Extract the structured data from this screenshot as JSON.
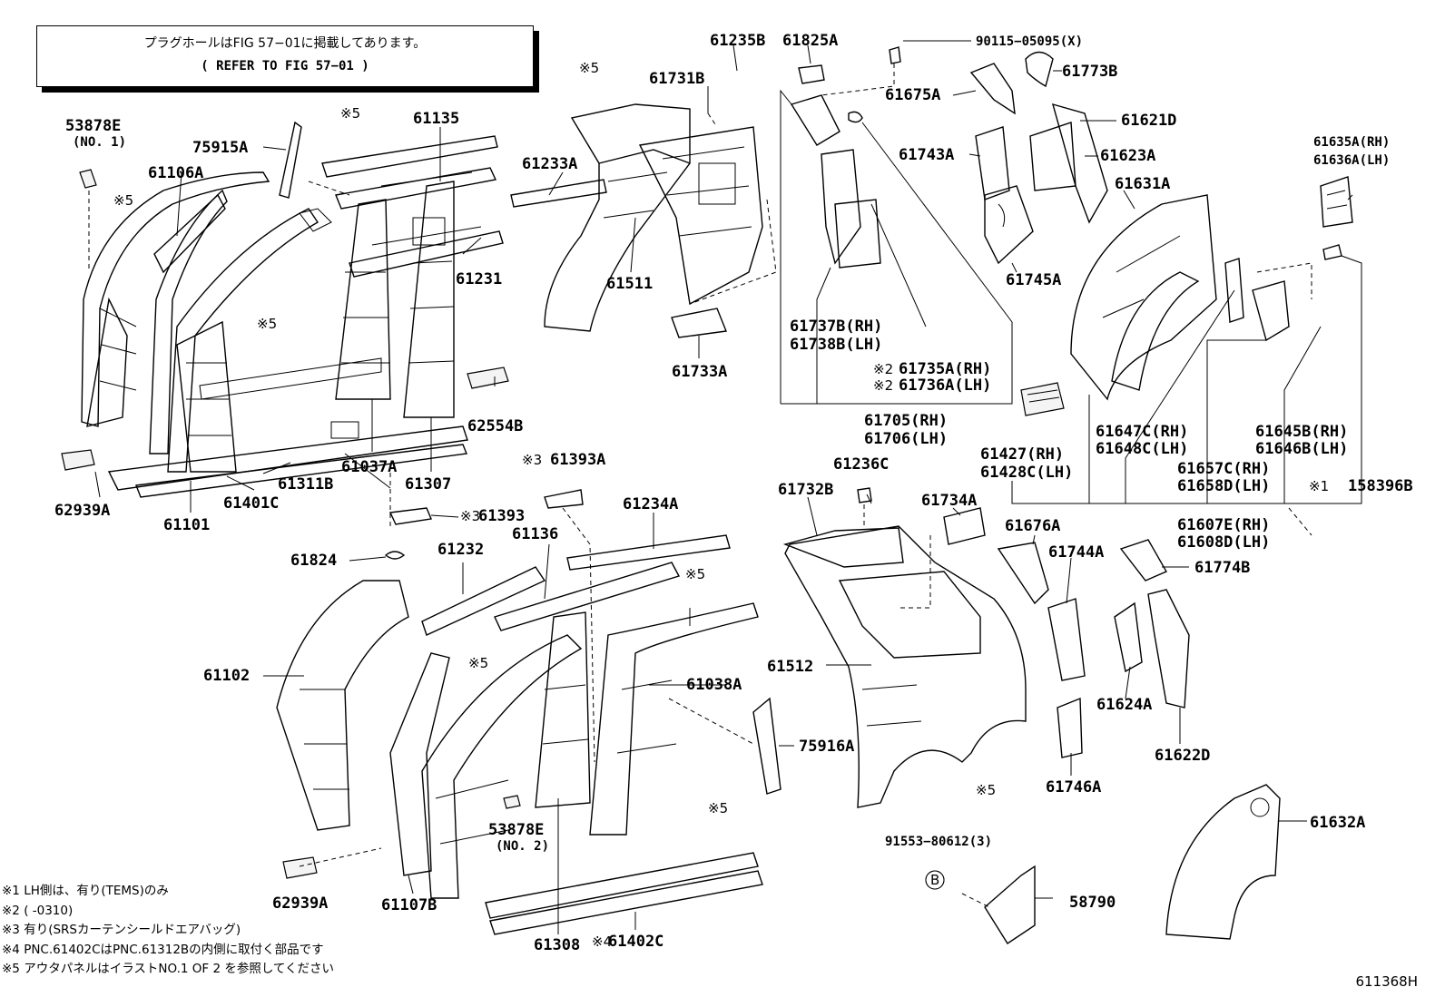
{
  "header": {
    "line1": "プラグホールはFIG 57−01に掲載してあります。",
    "line2": "( REFER TO FIG 57−01 )"
  },
  "parts": [
    {
      "id": "p1",
      "label": "61235B"
    },
    {
      "id": "p2",
      "label": "61825A"
    },
    {
      "id": "p3",
      "label": "90115−05095(X)"
    },
    {
      "id": "p4",
      "label": "61773B"
    },
    {
      "id": "p5",
      "label": "61675A"
    },
    {
      "id": "p6",
      "label": "61621D"
    },
    {
      "id": "p7",
      "label": "61743A"
    },
    {
      "id": "p8",
      "label": "61623A"
    },
    {
      "id": "p9",
      "label": "61635A(RH)"
    },
    {
      "id": "p10",
      "label": "61636A(LH)"
    },
    {
      "id": "p11",
      "label": "61631A"
    },
    {
      "id": "p12",
      "label": "61745A"
    },
    {
      "id": "p13",
      "label": "53878E"
    },
    {
      "id": "p14",
      "label": "(NO. 1)"
    },
    {
      "id": "p15",
      "label": "75915A"
    },
    {
      "id": "p16",
      "label": "61135"
    },
    {
      "id": "p17",
      "label": "61731B"
    },
    {
      "id": "p18",
      "label": "61106A"
    },
    {
      "id": "p19",
      "label": "61233A"
    },
    {
      "id": "p20",
      "label": "61231"
    },
    {
      "id": "p21",
      "label": "61511"
    },
    {
      "id": "p22",
      "label": "61733A"
    },
    {
      "id": "p23",
      "label": "61737B(RH)"
    },
    {
      "id": "p24",
      "label": "61738B(LH)"
    },
    {
      "id": "p25",
      "label": "61735A(RH)"
    },
    {
      "id": "p26",
      "label": "61736A(LH)"
    },
    {
      "id": "p27",
      "label": "61705(RH)"
    },
    {
      "id": "p28",
      "label": "61706(LH)"
    },
    {
      "id": "p29",
      "label": "62554B"
    },
    {
      "id": "p30",
      "label": "61037A"
    },
    {
      "id": "p31",
      "label": "61307"
    },
    {
      "id": "p32",
      "label": "61311B"
    },
    {
      "id": "p33",
      "label": "62939A"
    },
    {
      "id": "p34",
      "label": "61401C"
    },
    {
      "id": "p35",
      "label": "61101"
    },
    {
      "id": "p36",
      "label": "61393A"
    },
    {
      "id": "p37",
      "label": "61393"
    },
    {
      "id": "p38",
      "label": "61427(RH)"
    },
    {
      "id": "p39",
      "label": "61428C(LH)"
    },
    {
      "id": "p40",
      "label": "61647C(RH)"
    },
    {
      "id": "p41",
      "label": "61648C(LH)"
    },
    {
      "id": "p42",
      "label": "61645B(RH)"
    },
    {
      "id": "p43",
      "label": "61646B(LH)"
    },
    {
      "id": "p44",
      "label": "61657C(RH)"
    },
    {
      "id": "p45",
      "label": "61658D(LH)"
    },
    {
      "id": "p46",
      "label": "158396B"
    },
    {
      "id": "p47",
      "label": "61607E(RH)"
    },
    {
      "id": "p48",
      "label": "61608D(LH)"
    },
    {
      "id": "p49",
      "label": "61236C"
    },
    {
      "id": "p50",
      "label": "61732B"
    },
    {
      "id": "p51",
      "label": "61734A"
    },
    {
      "id": "p52",
      "label": "61676A"
    },
    {
      "id": "p53",
      "label": "61744A"
    },
    {
      "id": "p54",
      "label": "61774B"
    },
    {
      "id": "p55",
      "label": "61136"
    },
    {
      "id": "p56",
      "label": "61234A"
    },
    {
      "id": "p57",
      "label": "61824"
    },
    {
      "id": "p58",
      "label": "61232"
    },
    {
      "id": "p59",
      "label": "61102"
    },
    {
      "id": "p60",
      "label": "61038A"
    },
    {
      "id": "p61",
      "label": "61512"
    },
    {
      "id": "p62",
      "label": "61624A"
    },
    {
      "id": "p63",
      "label": "61622D"
    },
    {
      "id": "p64",
      "label": "75916A"
    },
    {
      "id": "p65",
      "label": "61746A"
    },
    {
      "id": "p66",
      "label": "61632A"
    },
    {
      "id": "p67",
      "label": "91553−80612(3)"
    },
    {
      "id": "p68",
      "label": "58790"
    },
    {
      "id": "p69",
      "label": "53878E"
    },
    {
      "id": "p70",
      "label": "(NO. 2)"
    },
    {
      "id": "p71",
      "label": "62939A"
    },
    {
      "id": "p72",
      "label": "61107B"
    },
    {
      "id": "p73",
      "label": "61308"
    },
    {
      "id": "p74",
      "label": "61402C"
    }
  ],
  "marks": {
    "m1": "※5",
    "m2": "※5",
    "m3": "※5",
    "m4": "※5",
    "m5": "※5",
    "m6": "※5",
    "m7": "※5",
    "m8": "※5",
    "m9": "※2",
    "m10": "※2",
    "m11": "※3",
    "m12": "※3",
    "m13": "※1",
    "m14": "※4",
    "m15": "B"
  },
  "notes": [
    "※1 LH側は、有り(TEMS)のみ",
    "※2 (       -0310)",
    "※3 有り(SRSカーテンシールドエアバッグ)",
    "※4 PNC.61402CはPNC.61312Bの内側に取付く部品です",
    "※5 アウタパネルはイラストNO.1 OF 2 を参照してください"
  ],
  "figure_id": "611368H"
}
